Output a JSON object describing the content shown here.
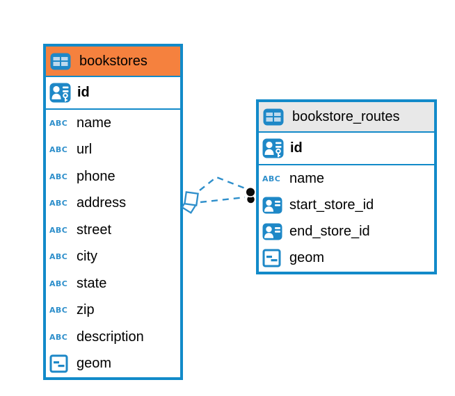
{
  "icons": {
    "text_glyph": "ABC"
  },
  "colors": {
    "accent_blue": "#128AC9",
    "icon_blue": "#1E88C7",
    "icon_cell_light": "#BDD9ED",
    "header_orange": "#F5813E",
    "header_gray": "#E8E8E8",
    "text": "#000000",
    "endpoint_black": "#0A0A0A"
  },
  "tables": [
    {
      "name": "bookstores",
      "header_style": "orange",
      "columns": [
        {
          "name": "id",
          "type": "primary-key"
        },
        {
          "name": "name",
          "type": "text"
        },
        {
          "name": "url",
          "type": "text"
        },
        {
          "name": "phone",
          "type": "text"
        },
        {
          "name": "address",
          "type": "text"
        },
        {
          "name": "street",
          "type": "text"
        },
        {
          "name": "city",
          "type": "text"
        },
        {
          "name": "state",
          "type": "text"
        },
        {
          "name": "zip",
          "type": "text"
        },
        {
          "name": "description",
          "type": "text"
        },
        {
          "name": "geom",
          "type": "geometry"
        }
      ]
    },
    {
      "name": "bookstore_routes",
      "header_style": "gray",
      "columns": [
        {
          "name": "id",
          "type": "primary-key"
        },
        {
          "name": "name",
          "type": "text"
        },
        {
          "name": "start_store_id",
          "type": "foreign-key"
        },
        {
          "name": "end_store_id",
          "type": "foreign-key"
        },
        {
          "name": "geom",
          "type": "geometry"
        }
      ]
    }
  ],
  "relationships": [
    {
      "from_table": "bookstores",
      "to_table": "bookstore_routes",
      "line_style": "dashed",
      "branches": 2
    }
  ]
}
